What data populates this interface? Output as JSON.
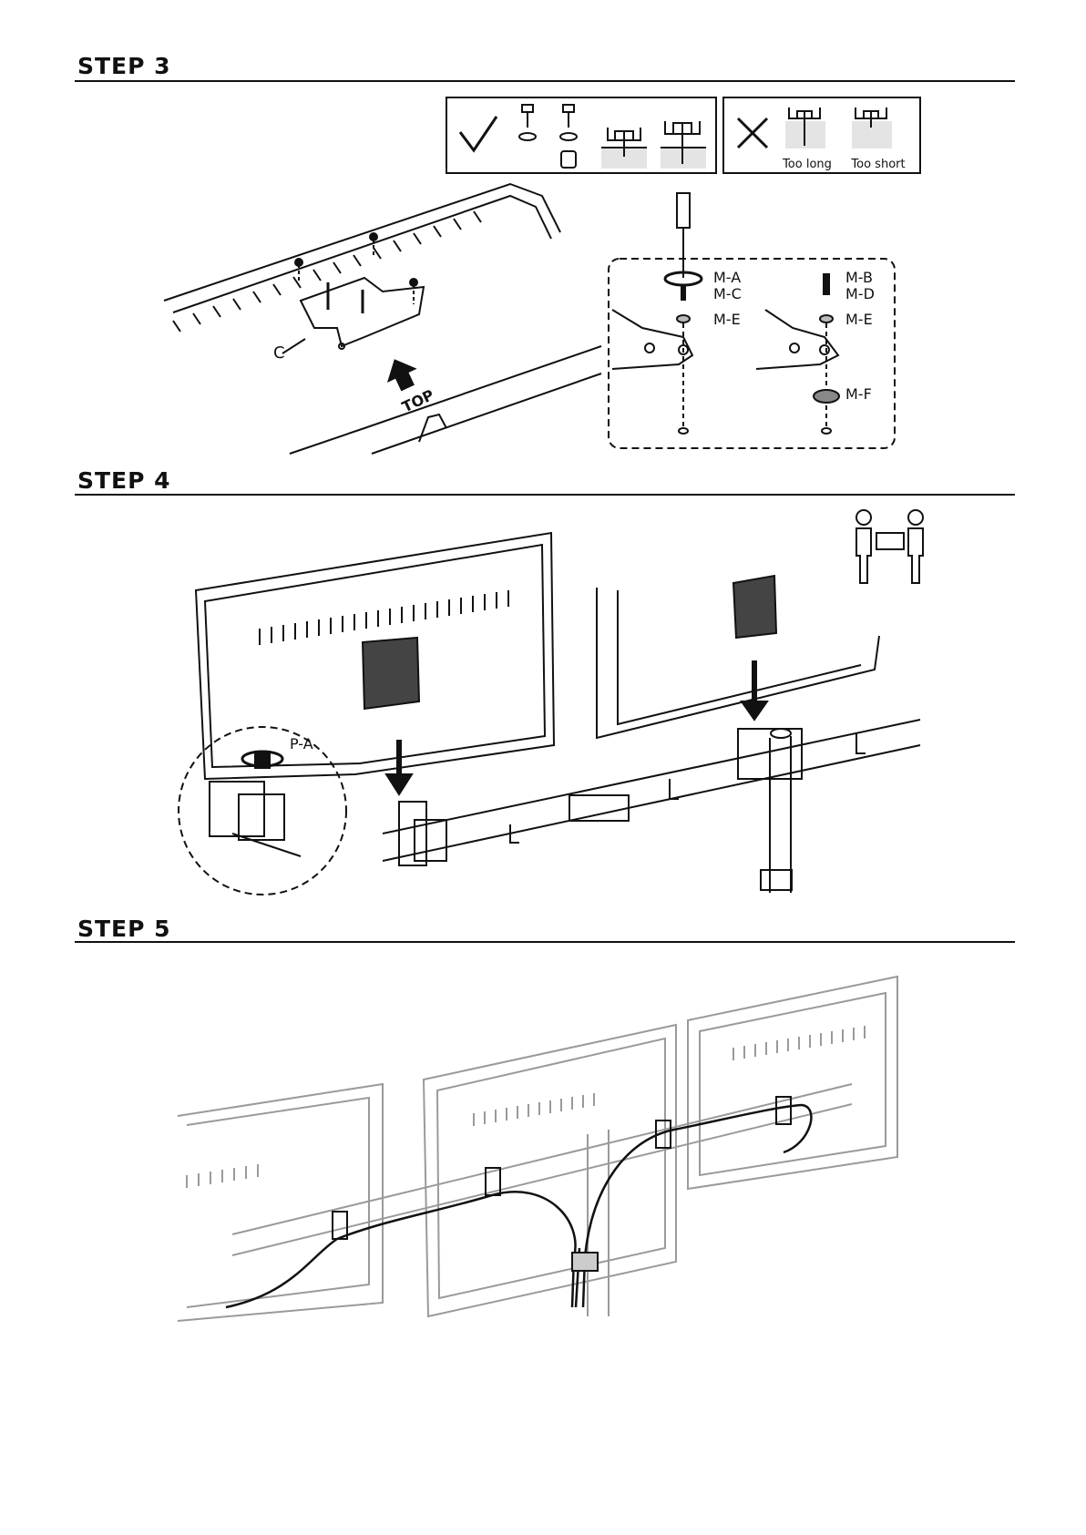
{
  "steps": [
    {
      "title": "STEP 3"
    },
    {
      "title": "STEP 4"
    },
    {
      "title": "STEP 5"
    }
  ],
  "step3": {
    "part_c": "C",
    "top_label": "TOP",
    "too_long": "Too long",
    "too_short": "Too short",
    "screws_left": [
      "M-A",
      "M-C"
    ],
    "washer_left": "M-E",
    "screws_right": [
      "M-B",
      "M-D"
    ],
    "washer_right": "M-E",
    "spacer": "M-F"
  },
  "step4": {
    "knob": "P-A"
  }
}
